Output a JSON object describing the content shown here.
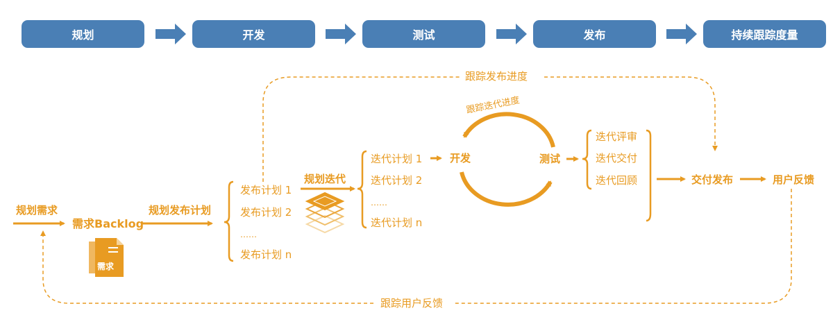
{
  "phases": [
    "规划",
    "开发",
    "测试",
    "发布",
    "持续跟踪度量"
  ],
  "flow": {
    "track_release": "跟踪发布进度",
    "track_iteration": "跟踪迭代进度",
    "track_feedback": "跟踪用户反馈",
    "plan_requirements": "规划需求",
    "backlog": "需求Backlog",
    "doc_label": "需求",
    "plan_release": "规划发布计划",
    "release_plans": [
      "发布计划 1",
      "发布计划 2",
      "……",
      "发布计划 n"
    ],
    "plan_iteration": "规划迭代",
    "iteration_plans": [
      "迭代计划 1",
      "迭代计划 2",
      "……",
      "迭代计划 n"
    ],
    "develop": "开发",
    "test": "测试",
    "iteration_results": [
      "迭代评审",
      "迭代交付",
      "迭代回顾"
    ],
    "deliver_release": "交付发布",
    "user_feedback": "用户反馈"
  },
  "colors": {
    "phase_fill": "#4a7fb5",
    "phase_arrow": "#4a7fb5",
    "flow": "#e89b22"
  }
}
